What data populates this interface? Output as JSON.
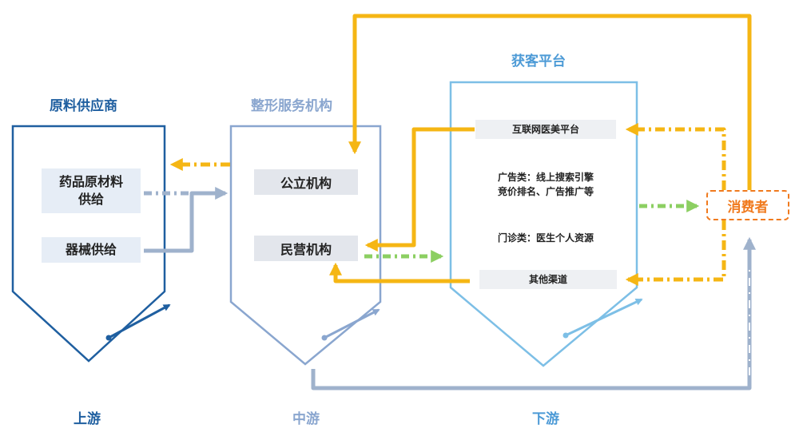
{
  "titles": {
    "upstream_section": "原料供应商",
    "midstream_section": "整形服务机构",
    "downstream_section": "获客平台"
  },
  "upstream": {
    "items": [
      {
        "label": "药品原材料\n供给"
      },
      {
        "label": "器械供给"
      }
    ],
    "footer": "上游"
  },
  "midstream": {
    "items": [
      {
        "label": "公立机构"
      },
      {
        "label": "民营机构"
      }
    ],
    "footer": "中游"
  },
  "downstream": {
    "items": [
      {
        "label": "互联网医美平台"
      },
      {
        "label": "广告类：线上搜索引擎\n竞价排名、广告推广等"
      },
      {
        "label": "门诊类：医生个人资源"
      },
      {
        "label": "其他渠道"
      }
    ],
    "footer": "下游"
  },
  "consumer": {
    "label": "消费者"
  },
  "colors": {
    "upstream": "#1f5fa0",
    "midstream": "#8aa6cf",
    "downstream": "#7dbfe6",
    "yellow": "#f5b614",
    "green": "#8ccf62",
    "gray_blue": "#9fb2cc",
    "consumer": "#f07a1e"
  }
}
